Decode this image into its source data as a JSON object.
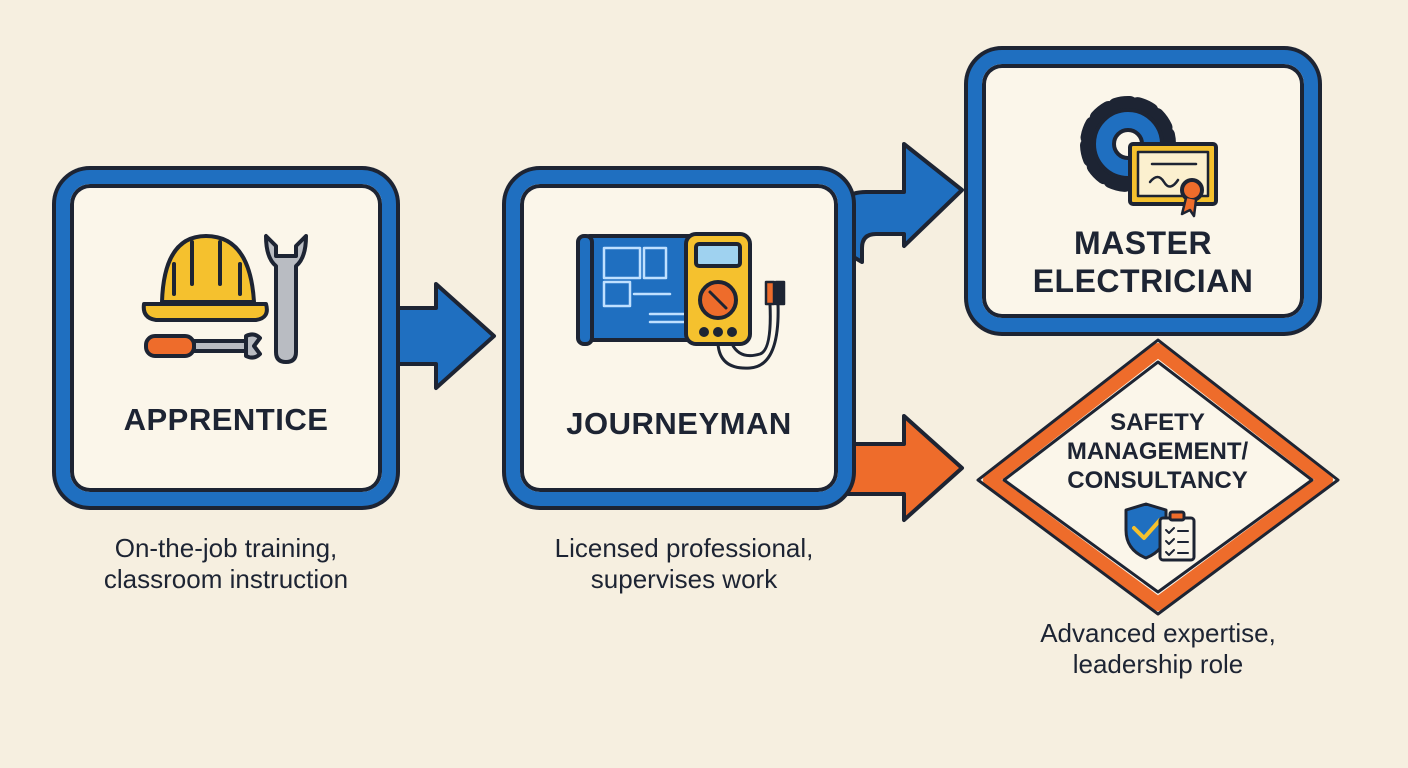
{
  "stages": {
    "apprentice": {
      "title": "APPRENTICE",
      "caption_line1": "On-the-job training,",
      "caption_line2": "classroom instruction",
      "icons": [
        "hard-hat-icon",
        "wrench-icon",
        "screwdriver-icon"
      ]
    },
    "journeyman": {
      "title": "JOURNEYMAN",
      "caption_line1": "Licensed professional,",
      "caption_line2": "supervises work",
      "icons": [
        "blueprint-icon",
        "multimeter-icon"
      ]
    },
    "master": {
      "title_line1": "MASTER",
      "title_line2": "ELECTRICIAN",
      "icons": [
        "gear-icon",
        "certificate-icon"
      ]
    },
    "safety": {
      "title_line1": "SAFETY",
      "title_line2": "MANAGEMENT/",
      "title_line3": "CONSULTANCY",
      "caption_line1": "Advanced expertise,",
      "caption_line2": "leadership role",
      "icons": [
        "shield-check-icon",
        "clipboard-checklist-icon"
      ]
    }
  },
  "colors": {
    "background": "#f6efe0",
    "primary_blue": "#1f6fc0",
    "accent_orange": "#ee6c2b",
    "outline": "#1d2433",
    "helmet_yellow": "#f5c12e"
  }
}
